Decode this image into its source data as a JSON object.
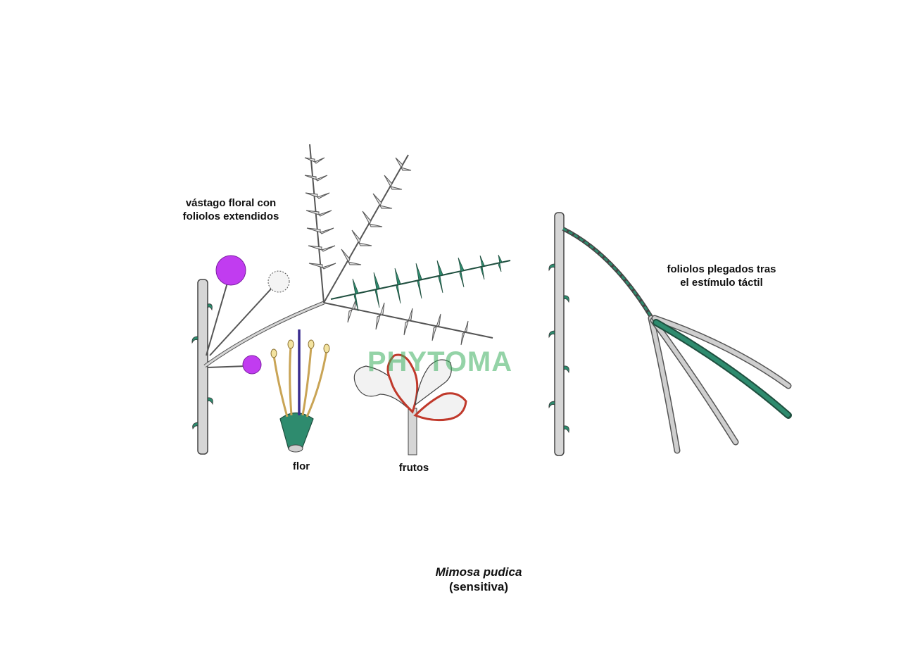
{
  "labels": {
    "shoot_line1": "vástago floral con",
    "shoot_line2": "foliolos extendidos",
    "folded_line1": "foliolos plegados tras",
    "folded_line2": "el estímulo táctil",
    "flower": "flor",
    "fruits": "frutos"
  },
  "caption": {
    "species": "Mimosa pudica",
    "common_name": "(sensitiva)"
  },
  "watermark": "PHYTOMA",
  "colors": {
    "leaflet_green": "#2e8b6e",
    "leaflet_grey": "#d9d9d9",
    "flower_head": "#c13cf0",
    "pod_edge": "#c0392b",
    "stem": "#d6d6d6",
    "outline": "#444444",
    "stamen": "#c9a455",
    "style": "#3b2d8f"
  }
}
